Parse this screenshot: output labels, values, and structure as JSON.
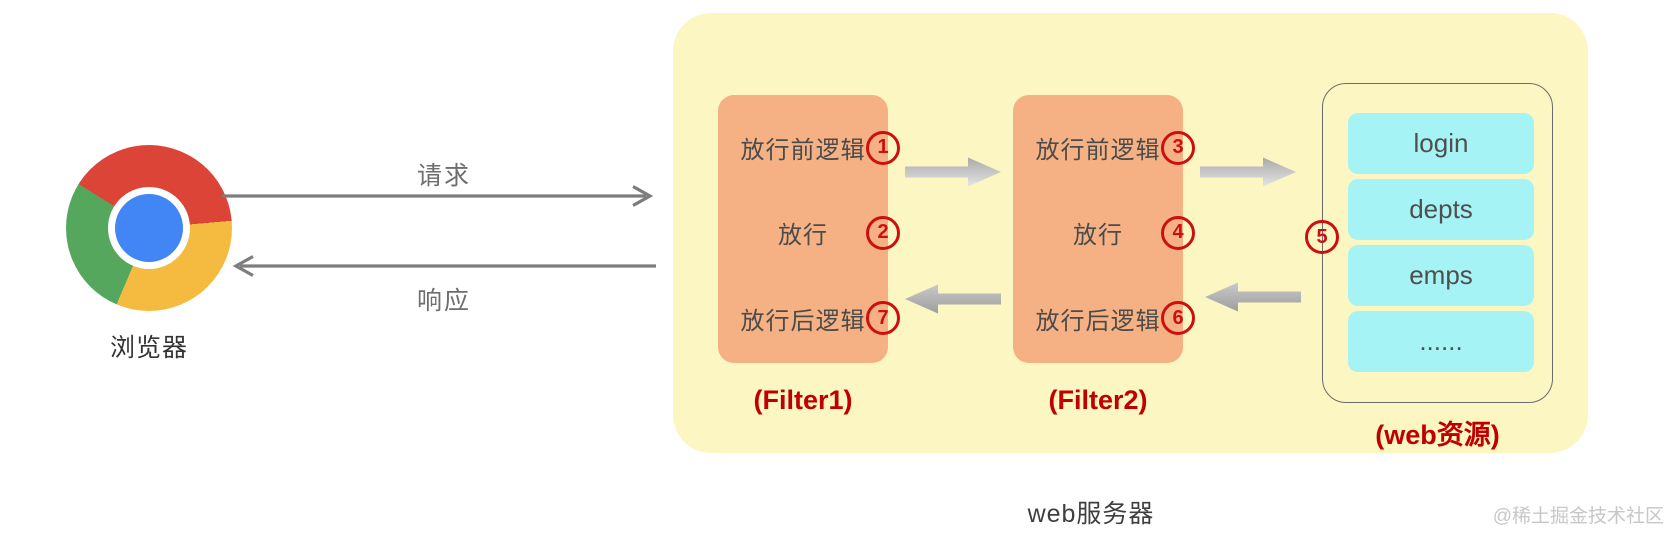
{
  "browser": {
    "label": "浏览器"
  },
  "flow": {
    "request_label": "请求",
    "response_label": "响应"
  },
  "server": {
    "label": "web服务器",
    "filters": [
      {
        "name": "(Filter1)",
        "rows": [
          {
            "text": "放行前逻辑",
            "step": "1"
          },
          {
            "text": "放行",
            "step": "2"
          },
          {
            "text": "放行后逻辑",
            "step": "7"
          }
        ]
      },
      {
        "name": "(Filter2)",
        "rows": [
          {
            "text": "放行前逻辑",
            "step": "3"
          },
          {
            "text": "放行",
            "step": "4"
          },
          {
            "text": "放行后逻辑",
            "step": "6"
          }
        ]
      }
    ],
    "resources": {
      "name": "(web资源)",
      "step": "5",
      "items": [
        {
          "label": "login"
        },
        {
          "label": "depts"
        },
        {
          "label": "emps"
        },
        {
          "label": "......"
        }
      ]
    }
  },
  "watermark": "@稀土掘金技术社区",
  "colors": {
    "server_bg": "#FCF6C3",
    "filter_bg": "#F5B183",
    "resource_bg": "#A6F3F6",
    "step_color": "#CC0F0F",
    "label_color": "#C00000",
    "box_text": "#4B4B4B",
    "flow_gray": "#7D7D7D",
    "watermark_color": "#C7C7C7",
    "chrome_red": "#DB4437",
    "chrome_yellow": "#F5BB41",
    "chrome_green": "#54A75C",
    "chrome_blue": "#4285F4",
    "big_arrow_light": "#E5E5E5",
    "big_arrow_dark": "#A9A9A9"
  }
}
